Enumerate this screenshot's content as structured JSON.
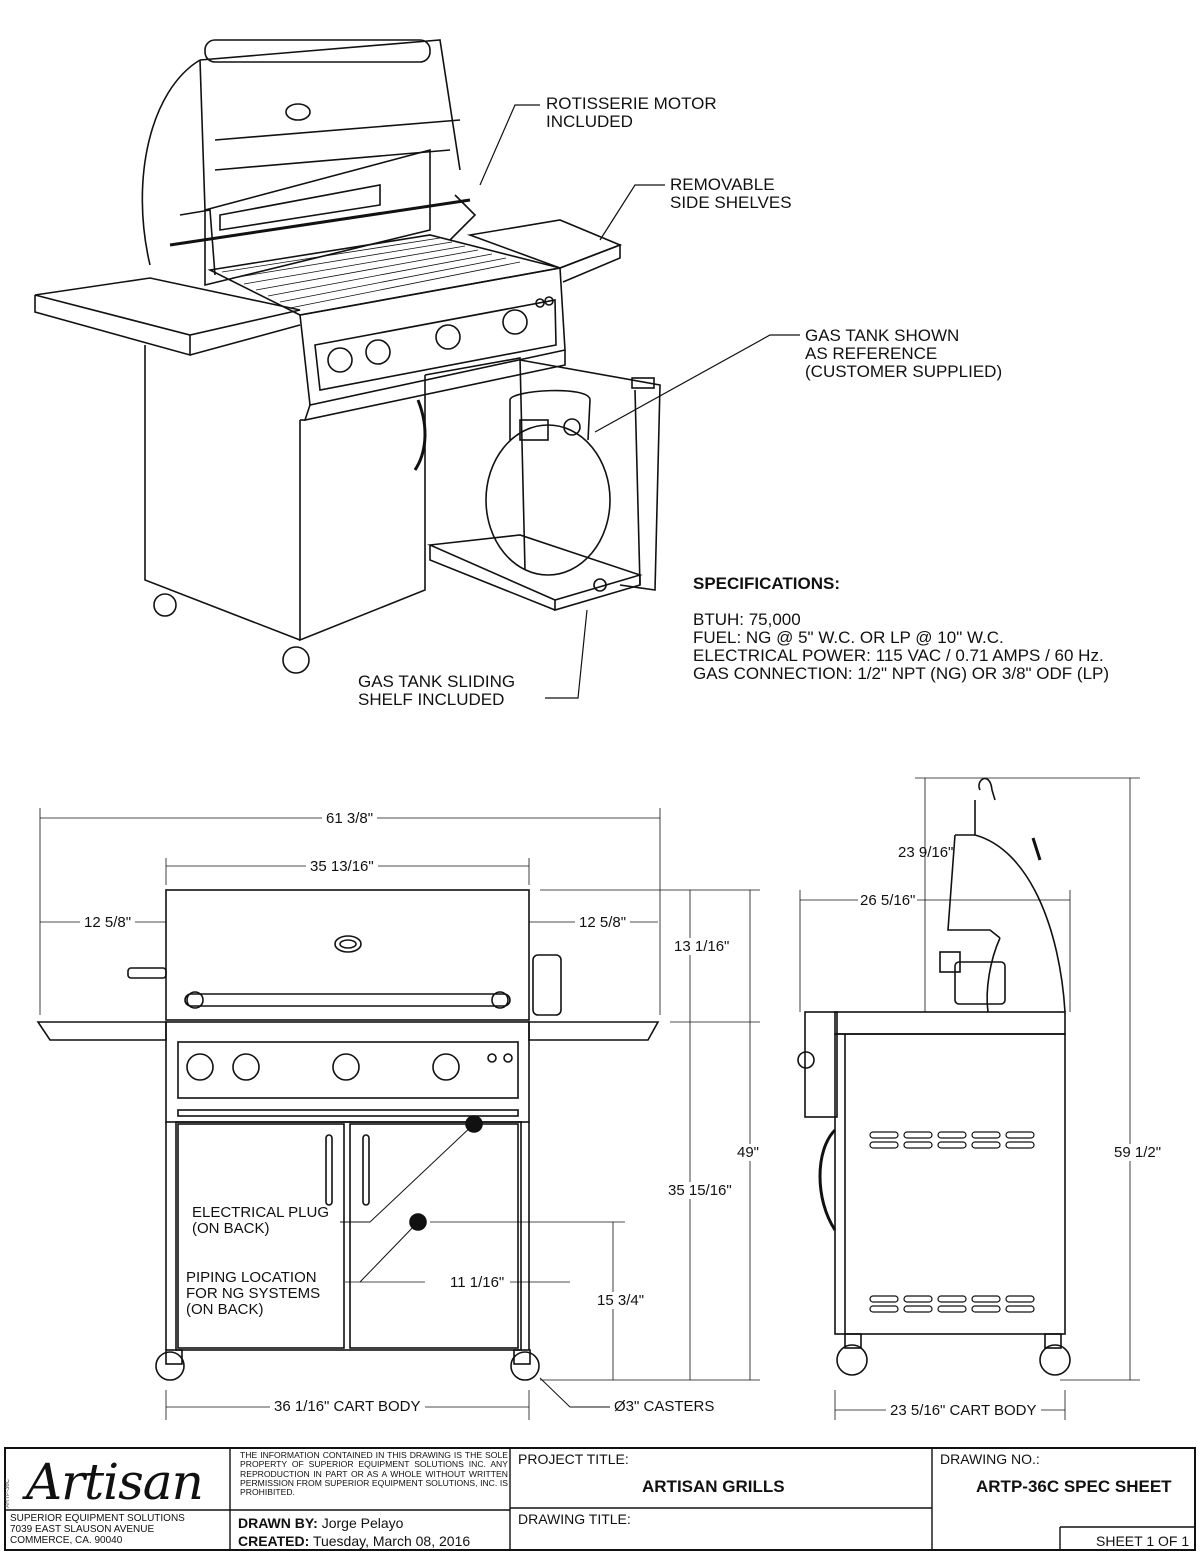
{
  "callouts": {
    "rotisserie": "ROTISSERIE MOTOR\nINCLUDED",
    "side_shelves": "REMOVABLE\nSIDE SHELVES",
    "gas_tank": "GAS TANK SHOWN\nAS REFERENCE\n(CUSTOMER SUPPLIED)",
    "sliding_shelf": "GAS TANK SLIDING\nSHELF INCLUDED",
    "electrical_plug": "ELECTRICAL PLUG\n(ON BACK)",
    "piping": "PIPING LOCATION\nFOR NG SYSTEMS\n(ON BACK)"
  },
  "specifications": {
    "heading": "SPECIFICATIONS:",
    "lines": [
      "BTUH: 75,000",
      "FUEL:  NG @ 5\" W.C. OR LP @ 10\" W.C.",
      "ELECTRICAL POWER: 115 VAC / 0.71 AMPS / 60 Hz.",
      "GAS CONNECTION: 1/2\" NPT (NG) OR 3/8\" ODF (LP)"
    ]
  },
  "dimensions": {
    "overall_width": "61 3/8\"",
    "hood_width": "35 13/16\"",
    "left_shelf": "12 5/8\"",
    "right_shelf": "12 5/8\"",
    "hood_height": "13 1/16\"",
    "total_height_front": "49\"",
    "cart_height": "35 15/16\"",
    "piping_offset": "11 1/16\"",
    "piping_height": "15 3/4\"",
    "cart_body_width": "36 1/16\" CART BODY",
    "casters": "Ø3\" CASTERS",
    "side_hood_depth": "23 9/16\"",
    "side_depth": "26 5/16\"",
    "total_height_side": "59 1/2\"",
    "cart_body_depth": "23 5/16\" CART BODY"
  },
  "title_block": {
    "logo": "Artisan",
    "company_lines": [
      "SUPERIOR EQUIPMENT SOLUTIONS",
      "7039 EAST SLAUSON AVENUE",
      "COMMERCE, CA. 90040"
    ],
    "notice": "THE INFORMATION CONTAINED IN THIS DRAWING IS THE SOLE PROPERTY OF SUPERIOR EQUIPMENT SOLUTIONS INC. ANY REPRODUCTION IN PART OR AS A WHOLE WITHOUT WRITTEN PERMISSION FROM SUPERIOR EQUIPMENT SOLUTIONS, INC. IS PROHIBITED.",
    "drawn_by_label": "DRAWN BY:",
    "drawn_by": "Jorge Pelayo",
    "created_label": "CREATED:",
    "created": "Tuesday, March 08, 2016",
    "project_title_label": "PROJECT TITLE:",
    "project_title": "ARTISAN GRILLS",
    "drawing_title_label": "DRAWING TITLE:",
    "drawing_no_label": "DRAWING NO.:",
    "drawing_no": "ARTP-36C SPEC SHEET",
    "sheet": "SHEET 1 OF 1"
  }
}
